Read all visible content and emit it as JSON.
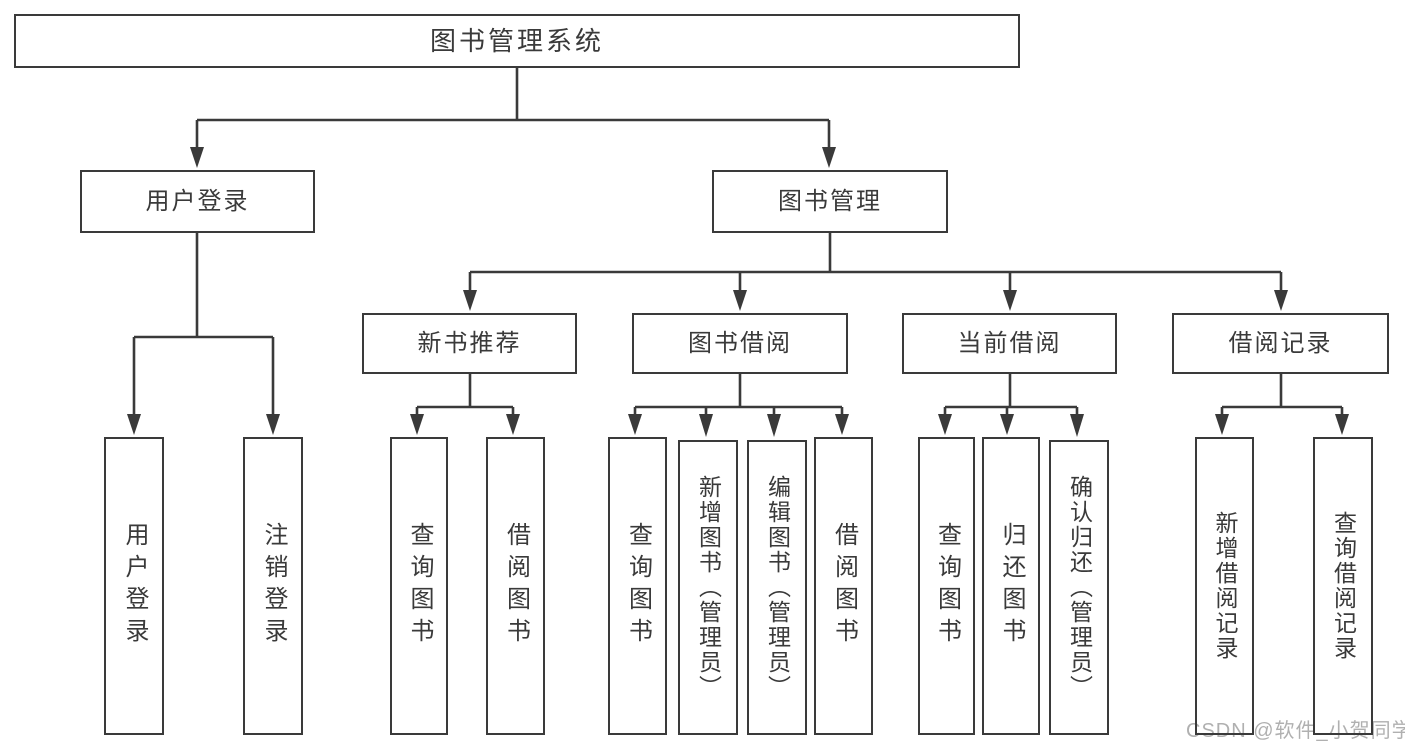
{
  "diagram": {
    "root_label": "图书管理系统",
    "level1": {
      "user_login": "用户登录",
      "book_mgmt": "图书管理"
    },
    "level2": {
      "new_books": "新书推荐",
      "book_borrow": "图书借阅",
      "current_borrow": "当前借阅",
      "borrow_records": "借阅记录"
    },
    "leaves": {
      "user_login": [
        "用户登录",
        "注销登录"
      ],
      "new_books": [
        "查询图书",
        "借阅图书"
      ],
      "book_borrow": [
        "查询图书",
        "新增图书（管理员）",
        "编辑图书（管理员）",
        "借阅图书"
      ],
      "current_borrow": [
        "查询图书",
        "归还图书",
        "确认归还（管理员）"
      ],
      "borrow_records": [
        "新增借阅记录",
        "查询借阅记录"
      ]
    },
    "watermark": "CSDN @软件_小贺同学",
    "colors": {
      "line": "#3a3a3a",
      "text": "#3a3a3a",
      "watermark": "#b0b0b0",
      "background": "#ffffff"
    }
  }
}
